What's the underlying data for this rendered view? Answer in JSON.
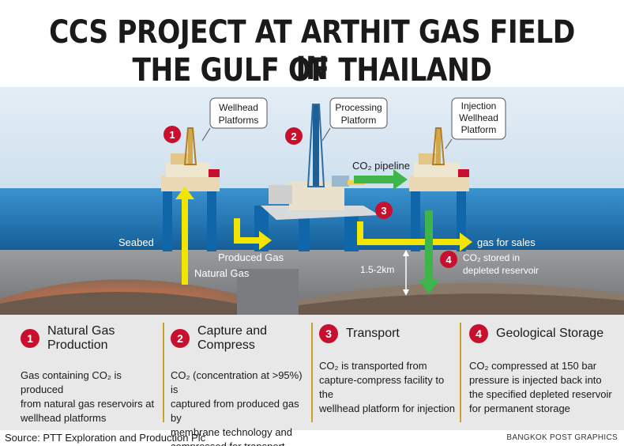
{
  "title_line1": "CCS PROJECT AT ARTHIT GAS FIELD IN",
  "title_line2": "THE GULF OF THAILAND",
  "diagram": {
    "wellhead_label_1": "Wellhead",
    "wellhead_label_2": "Platforms",
    "processing_label_1": "Processing",
    "processing_label_2": "Platform",
    "injection_label_1": "Injection",
    "injection_label_2": "Wellhead",
    "injection_label_3": "Platform",
    "co2_pipeline": "CO₂ pipeline",
    "seabed": "Seabed",
    "produced_gas": "Produced Gas",
    "natural_gas": "Natural Gas",
    "gas_for_sales": "gas for sales",
    "depth": "1.5-2km",
    "co2_stored_1": "CO₂ stored in",
    "co2_stored_2": "depleted reservoir",
    "step_numbers": [
      "1",
      "2",
      "3",
      "4"
    ]
  },
  "steps": [
    {
      "number": "1",
      "heading": "Natural Gas Production",
      "body_lines": [
        "Gas containing CO₂ is produced",
        "from natural gas reservoirs at",
        "wellhead platforms"
      ]
    },
    {
      "number": "2",
      "heading": "Capture and Compress",
      "body_lines": [
        "CO₂ (concentration at >95%) is",
        "captured from produced gas by",
        "membrane technology and",
        "compressed for transport"
      ]
    },
    {
      "number": "3",
      "heading": "Transport",
      "body_lines": [
        "CO₂  is transported from",
        "capture-compress facility to the",
        "wellhead platform for injection"
      ]
    },
    {
      "number": "4",
      "heading": "Geological Storage",
      "body_lines": [
        "CO₂ compressed at 150 bar",
        "pressure is injected back into",
        "the specified depleted reservoir",
        "for permanent storage"
      ]
    }
  ],
  "footer": {
    "source": "Source: PTT Exploration and Production Plc",
    "credit": "BANGKOK POST GRAPHICS"
  },
  "colors": {
    "accent_red": "#c8102e",
    "arrow_yellow": "#f2e600",
    "arrow_green": "#3db54a",
    "sea_blue": "#1f78b8",
    "seabed_gray": "#8a8c8e",
    "divider_gold": "#c9a227"
  }
}
